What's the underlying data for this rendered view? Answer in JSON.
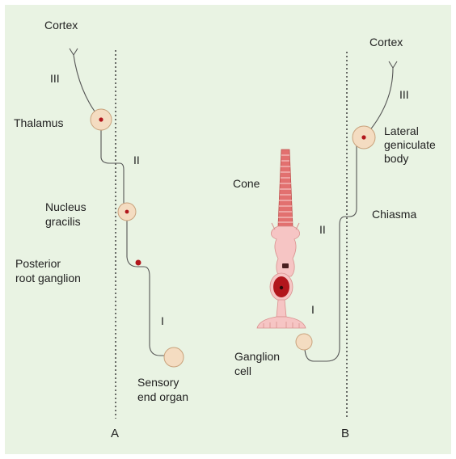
{
  "panel_a": {
    "cortex": "Cortex",
    "thalamus": "Thalamus",
    "nucleus_gracilis": [
      "Nucleus",
      "gracilis"
    ],
    "posterior_root_ganglion": [
      "Posterior",
      "root ganglion"
    ],
    "sensory_end_organ": [
      "Sensory",
      "end organ"
    ],
    "neuron_orders": [
      "III",
      "II",
      "I"
    ],
    "panel_label": "A"
  },
  "panel_b": {
    "cortex": "Cortex",
    "lateral_geniculate_body": [
      "Lateral",
      "geniculate",
      "body"
    ],
    "chiasma": "Chiasma",
    "cone": "Cone",
    "ganglion_cell": [
      "Ganglion",
      "cell"
    ],
    "neuron_orders": [
      "III",
      "II",
      "I"
    ],
    "panel_label": "B"
  },
  "colors": {
    "background": "#e9f3e3",
    "cell_body": "#f4dcc1",
    "nucleus": "#b2161c",
    "cone_outer_segment": "#e2706f",
    "cone_body": "#f6c5c4"
  }
}
